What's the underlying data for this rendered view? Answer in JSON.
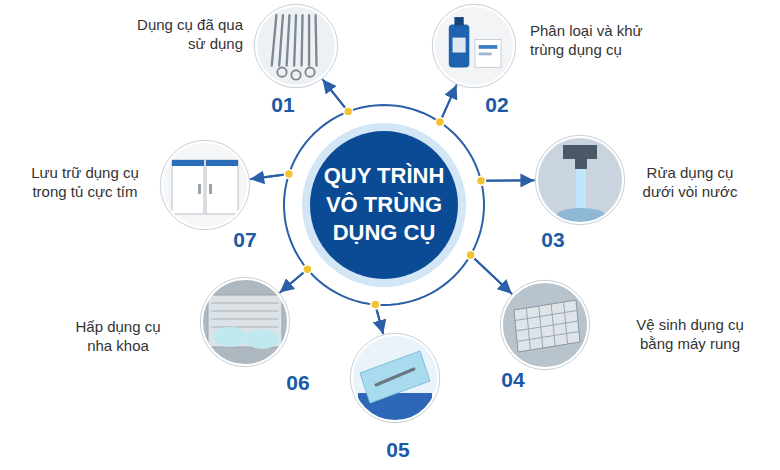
{
  "diagram": {
    "nodes": [
      {
        "text": [
          "QUY TRÌNH VÔ TRÙNG DỤNG CỤ"
        ]
      },
      {
        "text": [
          "Dụng cụ đã qua sử dụng",
          "01"
        ]
      },
      {
        "text": [
          "Phân loại và khử trùng dụng cụ",
          "02"
        ]
      },
      {
        "text": [
          "Rửa dụng cụ dưới vòi nước",
          "03"
        ]
      },
      {
        "text": [
          "Vệ sinh dụng cụ bằng máy rung",
          "04"
        ]
      },
      {
        "text": [
          "05"
        ]
      },
      {
        "text": [
          "Hấp dụng cụ nha khoa",
          "06"
        ]
      },
      {
        "text": [
          "Lưu trữ dụng cụ trong tủ cực tím",
          "07"
        ]
      }
    ],
    "edges": [
      {
        "from": 1,
        "to": 2,
        "arrow": "to"
      },
      {
        "from": 2,
        "to": 3,
        "arrow": "to"
      },
      {
        "from": 3,
        "to": 4,
        "arrow": "to"
      },
      {
        "from": 4,
        "to": 5,
        "arrow": "to"
      },
      {
        "from": 5,
        "to": 6,
        "arrow": "to"
      },
      {
        "from": 6,
        "to": 7,
        "arrow": "to"
      },
      {
        "from": 7,
        "to": 1,
        "arrow": "to"
      }
    ]
  }
}
